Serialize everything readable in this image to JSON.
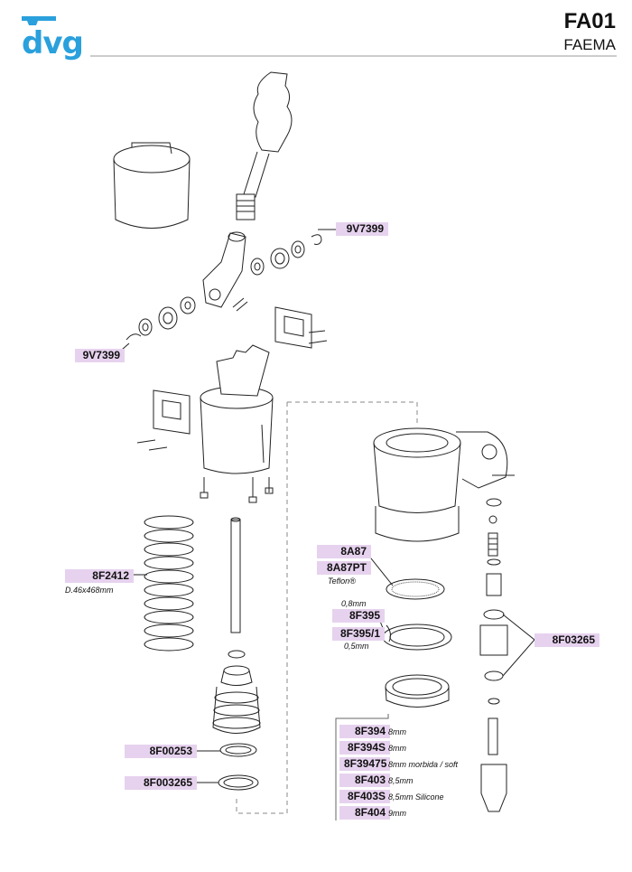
{
  "header": {
    "logo_text": "dvg",
    "model": "FA01",
    "brand": "FAEMA"
  },
  "labels": {
    "l_9v7399_top": "9V7399",
    "l_9v7399_left": "9V7399",
    "l_8f2412": "8F2412",
    "n_8f2412": "D.46x468mm",
    "l_8a87": "8A87",
    "l_8a87pt": "8A87PT",
    "n_teflon": "Teflon®",
    "n_08mm": "0,8mm",
    "l_8f395": "8F395",
    "l_8f395_1": "8F395/1",
    "n_05mm": "0,5mm",
    "l_8f03265": "8F03265",
    "l_8f00253": "8F00253",
    "l_8f003265": "8F003265"
  },
  "gasket_list": [
    {
      "code": "8F394",
      "note": "8mm"
    },
    {
      "code": "8F394S",
      "note": "8mm"
    },
    {
      "code": "8F39475",
      "note": "8mm morbida / soft"
    },
    {
      "code": "8F403",
      "note": "8,5mm"
    },
    {
      "code": "8F403S",
      "note": "8,5mm Silicone"
    },
    {
      "code": "8F404",
      "note": "9mm"
    }
  ],
  "colors": {
    "label_bg": "#e6d2ee",
    "logo_blue": "#2aa0dc"
  }
}
